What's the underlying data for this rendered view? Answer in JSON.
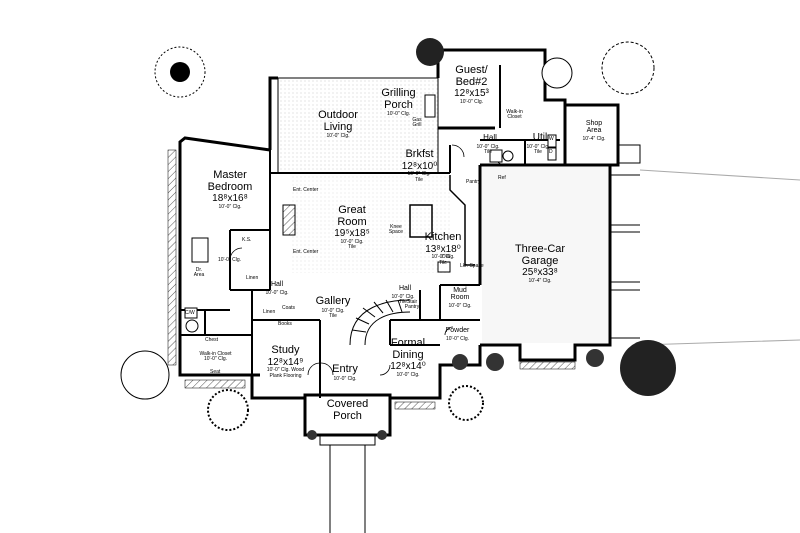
{
  "rooms": {
    "outdoor_living": {
      "name": "Outdoor Living",
      "ceiling": "10'-0\" Clg."
    },
    "grilling_porch": {
      "name": "Grilling Porch",
      "ceiling": "10'-0\" Clg."
    },
    "guest_bed": {
      "name": "Guest/ Bed#2",
      "dim": "12⁸x15³",
      "ceiling": "10'-0\" Clg."
    },
    "master_bedroom": {
      "name": "Master Bedroom",
      "dim": "18⁸x16⁸",
      "ceiling": "10'-0\" Clg."
    },
    "brkfst": {
      "name": "Brkfst",
      "dim": "12⁸x10⁰",
      "ceiling": "10'-0\" Clg. Tile"
    },
    "great_room": {
      "name": "Great Room",
      "dim": "19⁵x18⁵",
      "ceiling": "10'-0\" Clg. Tile"
    },
    "kitchen": {
      "name": "Kitchen",
      "dim": "13⁸x18⁰",
      "ceiling": "10'-0\" Clg. Tile"
    },
    "garage": {
      "name": "Three-Car Garage",
      "dim": "25⁸x33⁸",
      "ceiling": "10'-4\" Clg."
    },
    "gallery": {
      "name": "Gallery",
      "ceiling": "10'-0\" Clg. Tile"
    },
    "study": {
      "name": "Study",
      "dim": "12⁸x14⁹",
      "ceiling": "10'-0\" Clg. Wood Plank Flooring"
    },
    "formal_dining": {
      "name": "Formal Dining",
      "dim": "12⁸x14⁰",
      "ceiling": "10'-0\" Clg."
    },
    "entry": {
      "name": "Entry",
      "ceiling": "10'-0\" Clg."
    },
    "covered_porch": {
      "name": "Covered Porch"
    },
    "util": {
      "name": "Util",
      "ceiling": "10'-0\" Clg. Tile"
    },
    "shop_area": {
      "name": "Shop Area",
      "ceiling": "10'-4\" Clg."
    },
    "hall_top": {
      "name": "Hall",
      "ceiling": "10'-0\" Clg. Tile"
    },
    "hall_mid": {
      "name": "Hall",
      "ceiling": "10'-0\" Clg. Tile"
    },
    "hall_left": {
      "name": "Hall",
      "ceiling": "10'-0\" Clg."
    },
    "mud_room": {
      "name": "Mud Room",
      "ceiling": "10'-0\" Clg."
    },
    "powder": {
      "name": "Powder",
      "ceiling": "10'-0\" Clg."
    },
    "walk_in_closet": {
      "name": "Walk-in Closet",
      "ceiling": "10'-0\" Clg."
    },
    "walk_in_closet_guest": {
      "name": "Walk-in Closet"
    }
  },
  "fixtures": {
    "ent_center_top": "Ent. Center",
    "ent_center_bottom": "Ent. Center",
    "knee_space": "Knee Space",
    "pantry": "Pantry",
    "stair_pantry": "Stair Pantry",
    "lkr_space": "Lkr. Space",
    "seat": "Seat",
    "chest": "Chest",
    "books": "Books",
    "coats": "Coats",
    "linen": "Linen",
    "linen2": "Linen",
    "dr_area": "Dr. Area",
    "cw": "C/W",
    "dw": "DW",
    "ref": "Ref",
    "gas_grill": "Gas Grill",
    "w": "W",
    "d": "D",
    "clg_master_hall": "10'-0\" Clg.",
    "ks": "K.S."
  },
  "colors": {
    "line": "#000000",
    "screen": "#ececec",
    "tile": "#f2f2f2",
    "garage": "#f5f5f5"
  }
}
